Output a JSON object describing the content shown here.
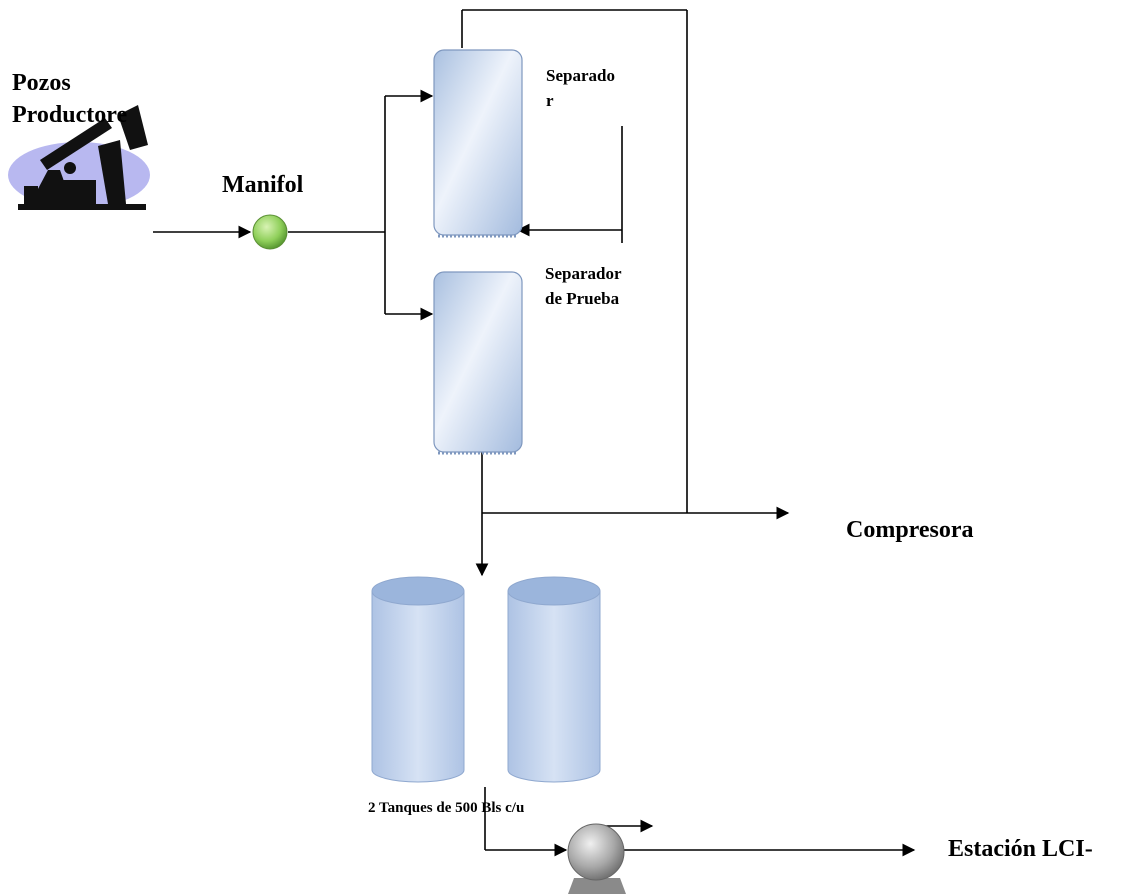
{
  "labels": {
    "wells_line1": "Pozos",
    "wells_line2": "Productore",
    "manifold": "Manifol",
    "separator_line1": "Separado",
    "separator_line2": "r",
    "test_separator_line1": "Separador",
    "test_separator_line2": "de Prueba",
    "compressor": "Compresora",
    "tanks": "2 Tanques de 500 Bls c/u",
    "station": "Estación LCI-"
  },
  "colors": {
    "line": "#000000",
    "vessel_fill_light": "#eef3fb",
    "vessel_fill_dark": "#a9c0e0",
    "vessel_stroke": "#7f98bf",
    "tank_fill": "#c3d3ec",
    "tank_top": "#9bb5dc",
    "manifold_valve": "#8fcf5a",
    "pump": "#9a9a9a",
    "wells_ellipse": "#b8b8f0"
  },
  "icons": {
    "wells": "pumpjack-icon",
    "manifold": "manifold-valve-icon",
    "separator": "separator-vessel-icon",
    "tank": "storage-tank-icon",
    "pump": "pump-icon"
  }
}
